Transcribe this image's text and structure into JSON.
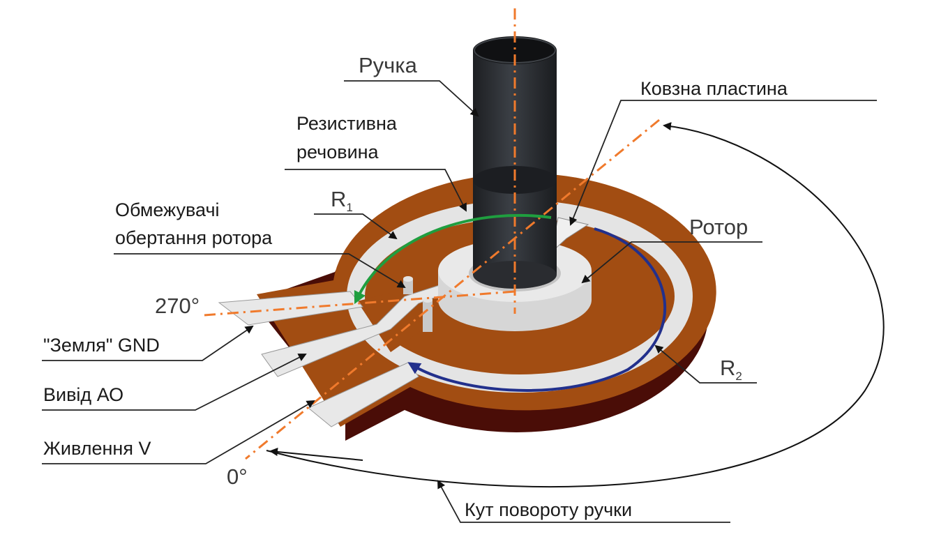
{
  "labels": {
    "handle": "Ручка",
    "resistive_main": "Резистивна",
    "resistive_sub": "речовина",
    "wiper": "Ковзна пластина",
    "limiters_main": "Обмежувачі",
    "limiters_sub": "обертання ротора",
    "rotor": "Ротор",
    "r1_base": "R",
    "r1_sub": "1",
    "r2_base": "R",
    "r2_sub": "2",
    "angle_270": "270°",
    "angle_0": "0°",
    "gnd": "\"Земля\" GND",
    "output": "Вивід АО",
    "supply": "Живлення V",
    "rotation_angle": "Кут повороту ручки"
  },
  "colors": {
    "disc_top": "#a24d12",
    "disc_side": "#4a0d07",
    "track": "#e4e4e4",
    "r1_arrow": "#1f9e3f",
    "r2_arrow": "#22308c",
    "axis": "#f07a2c",
    "shaft": "#2b2e33",
    "shaft_dark": "#1c1e22"
  },
  "icons": [
    "arrowhead-icon"
  ]
}
